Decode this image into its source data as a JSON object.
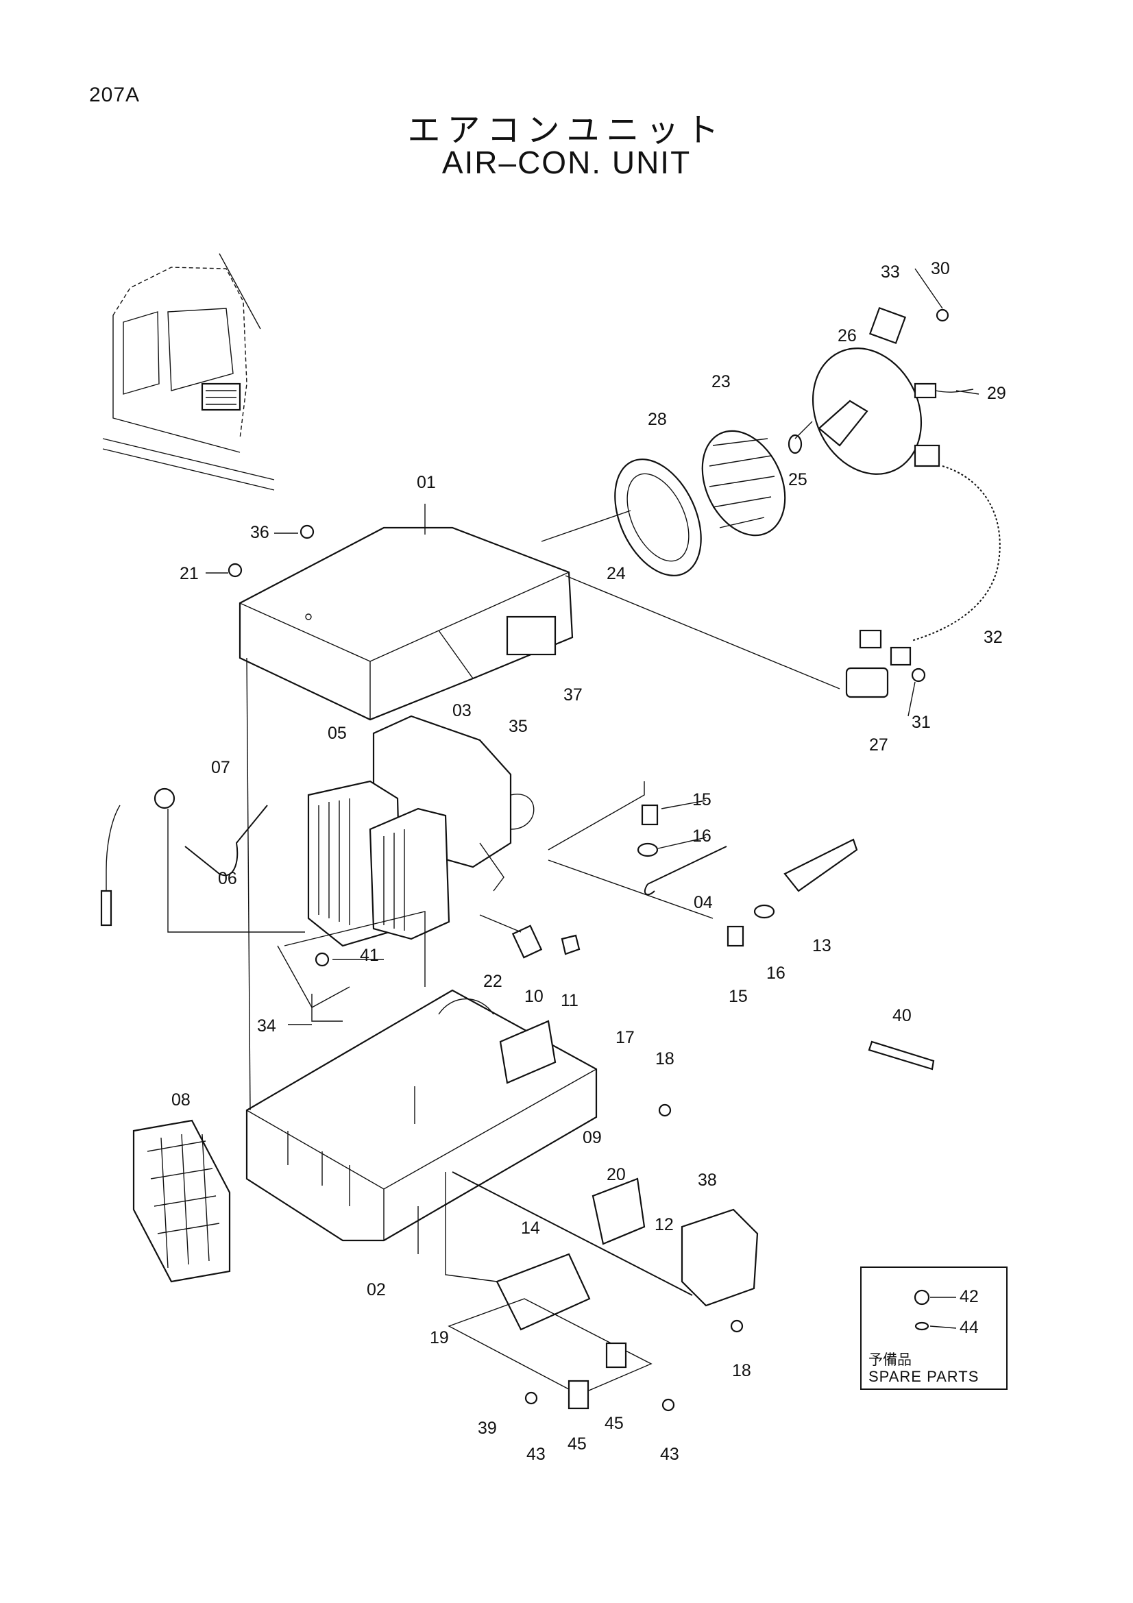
{
  "page_code": "207A",
  "title_jp": "エアコンユニット",
  "title_en": "AIR–CON. UNIT",
  "spare_parts": {
    "label_jp": "予備品",
    "label_en": "SPARE PARTS",
    "items": [
      "42",
      "44"
    ]
  },
  "callouts": {
    "c01": "01",
    "c02": "02",
    "c03": "03",
    "c04": "04",
    "c05": "05",
    "c06": "06",
    "c07": "07",
    "c08": "08",
    "c09": "09",
    "c10": "10",
    "c11": "11",
    "c12": "12",
    "c13": "13",
    "c14": "14",
    "c15a": "15",
    "c15b": "15",
    "c16a": "16",
    "c16b": "16",
    "c17": "17",
    "c18a": "18",
    "c18b": "18",
    "c19": "19",
    "c20": "20",
    "c21": "21",
    "c22": "22",
    "c23": "23",
    "c24": "24",
    "c25": "25",
    "c26": "26",
    "c27": "27",
    "c28": "28",
    "c29": "29",
    "c30": "30",
    "c31": "31",
    "c32": "32",
    "c33": "33",
    "c34": "34",
    "c35": "35",
    "c36": "36",
    "c37": "37",
    "c38": "38",
    "c39": "39",
    "c40": "40",
    "c41": "41",
    "c42": "42",
    "c43a": "43",
    "c43b": "43",
    "c44": "44",
    "c45a": "45",
    "c45b": "45"
  }
}
